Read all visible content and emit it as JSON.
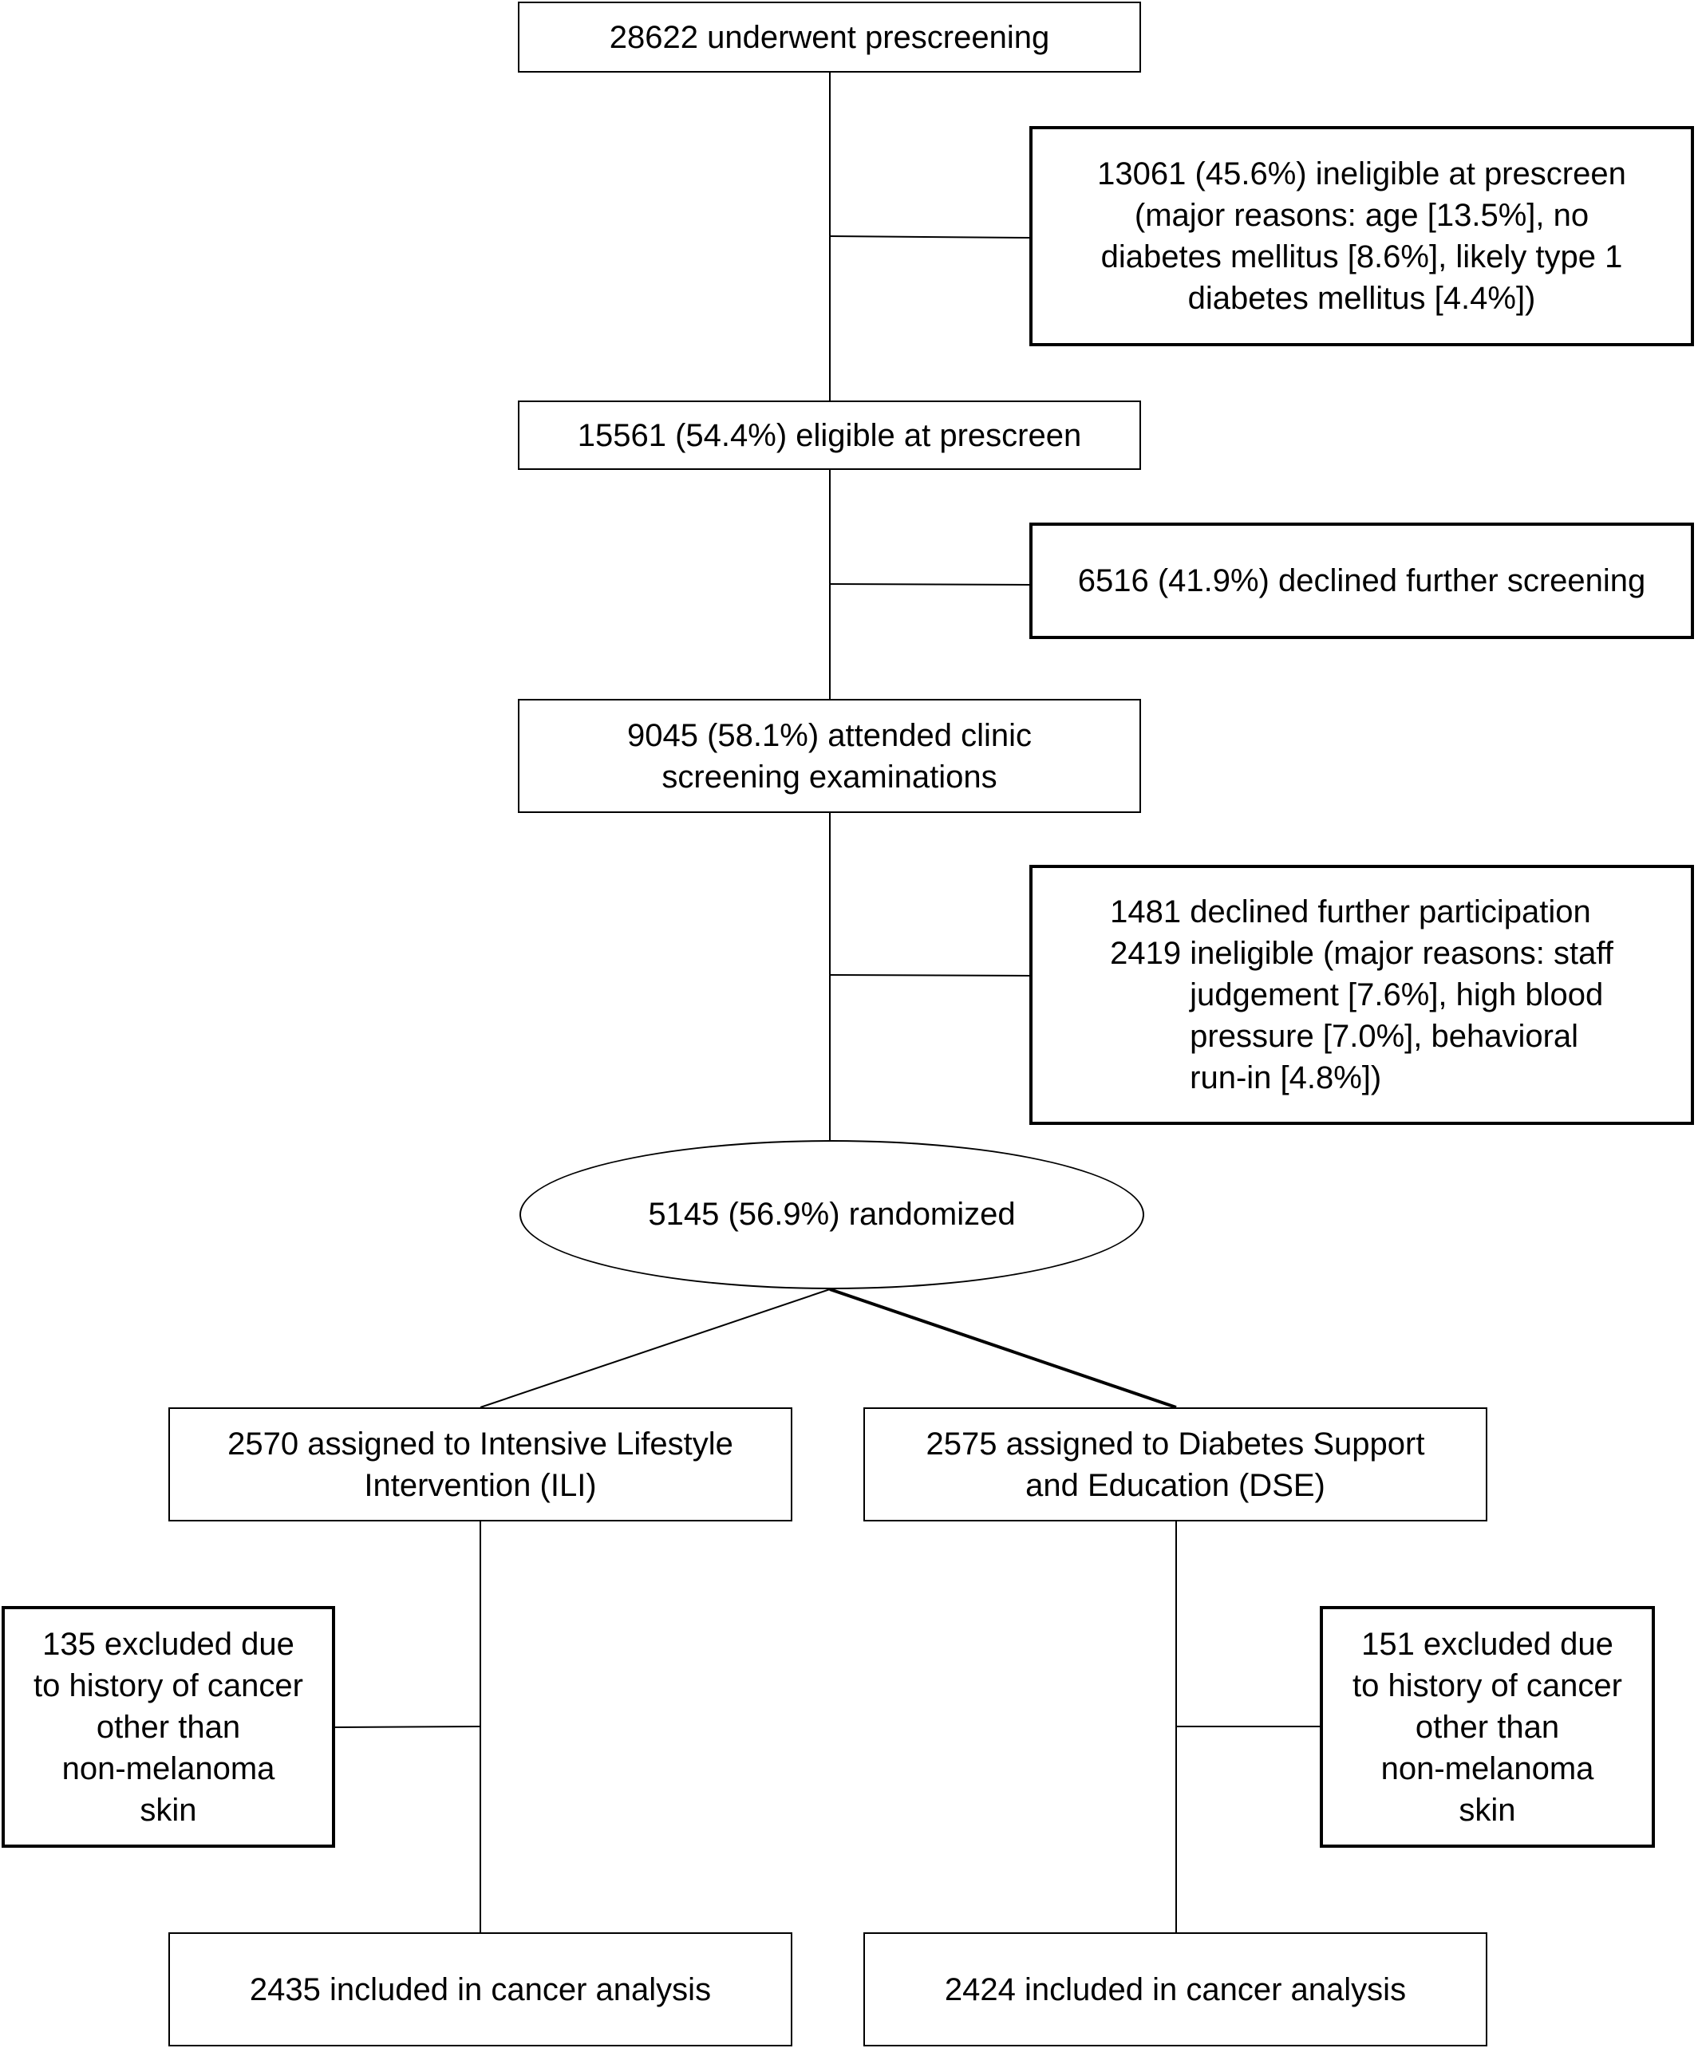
{
  "nodes": {
    "prescreening": {
      "lines": [
        "28622 underwent prescreening"
      ]
    },
    "ineligible_prescreen": {
      "lines": [
        "13061 (45.6%) ineligible at prescreen",
        "(major reasons: age [13.5%], no",
        "diabetes mellitus [8.6%], likely type 1",
        "diabetes mellitus [4.4%])"
      ]
    },
    "eligible_prescreen": {
      "lines": [
        "15561 (54.4%) eligible at prescreen"
      ]
    },
    "declined_screening": {
      "lines": [
        "6516 (41.9%) declined further screening"
      ]
    },
    "attended_clinic": {
      "lines": [
        "9045 (58.1%) attended clinic",
        "screening examinations"
      ]
    },
    "declined_participation": {
      "line1": "1481 declined further participation",
      "line2": "2419 ineligible (major reasons: staff",
      "indented": [
        "judgement [7.6%], high blood",
        "pressure [7.0%], behavioral",
        "run-in [4.8%])"
      ]
    },
    "randomized": {
      "lines": [
        "5145 (56.9%) randomized"
      ]
    },
    "ili": {
      "lines": [
        "2570 assigned to Intensive Lifestyle",
        "Intervention (ILI)"
      ]
    },
    "dse": {
      "lines": [
        "2575 assigned to Diabetes Support",
        "and Education (DSE)"
      ]
    },
    "ili_excluded": {
      "lines": [
        "135 excluded due",
        "to history of cancer",
        "other than",
        "non-melanoma",
        "skin"
      ]
    },
    "dse_excluded": {
      "lines": [
        "151 excluded due",
        "to history of cancer",
        "other than",
        "non-melanoma",
        "skin"
      ]
    },
    "ili_included": {
      "lines": [
        "2435 included in cancer analysis"
      ]
    },
    "dse_included": {
      "lines": [
        "2424 included in cancer analysis"
      ]
    }
  }
}
